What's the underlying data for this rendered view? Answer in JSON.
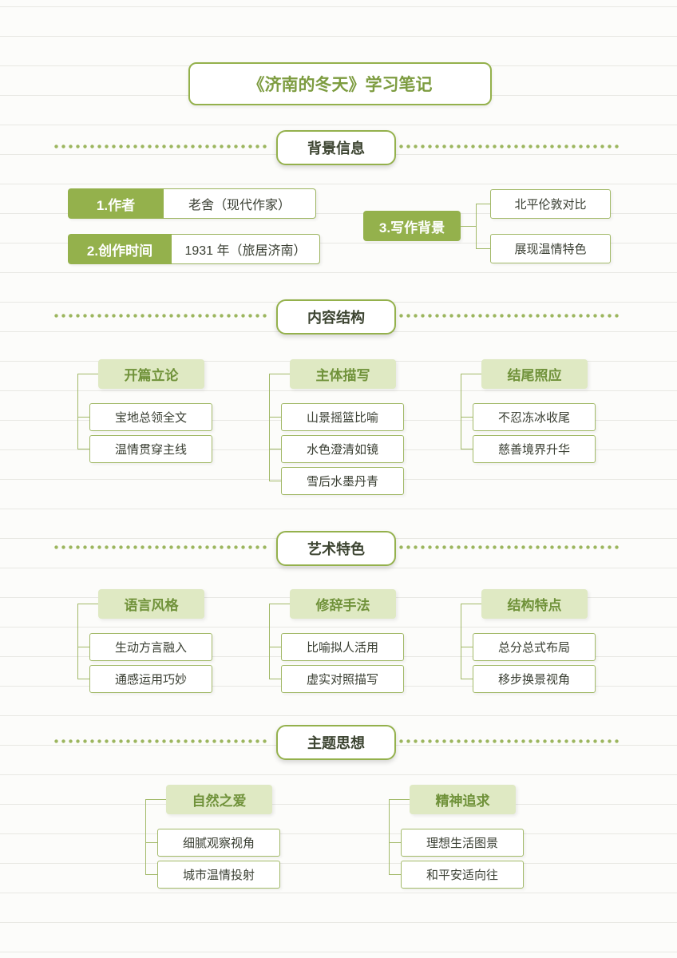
{
  "title": "《济南的冬天》学习笔记",
  "colors": {
    "accent_green": "#94b14c",
    "light_green": "#dfe9c3",
    "dot_green": "#9cb65e",
    "line_green": "#a2b968",
    "title_green": "#7d9c40"
  },
  "sections": {
    "background": {
      "label": "背景信息",
      "items": [
        {
          "key": "1.作者",
          "value": "老舍（现代作家）"
        },
        {
          "key": "2.创作时间",
          "value": "1931 年（旅居济南）"
        },
        {
          "key": "3.写作背景",
          "children": [
            "北平伦敦对比",
            "展现温情特色"
          ]
        }
      ]
    },
    "content": {
      "label": "内容结构",
      "columns": [
        {
          "header": "开篇立论",
          "children": [
            "宝地总领全文",
            "温情贯穿主线"
          ]
        },
        {
          "header": "主体描写",
          "children": [
            "山景摇篮比喻",
            "水色澄清如镜",
            "雪后水墨丹青"
          ]
        },
        {
          "header": "结尾照应",
          "children": [
            "不忍冻冰收尾",
            "慈善境界升华"
          ]
        }
      ]
    },
    "art": {
      "label": "艺术特色",
      "columns": [
        {
          "header": "语言风格",
          "children": [
            "生动方言融入",
            "通感运用巧妙"
          ]
        },
        {
          "header": "修辞手法",
          "children": [
            "比喻拟人活用",
            "虚实对照描写"
          ]
        },
        {
          "header": "结构特点",
          "children": [
            "总分总式布局",
            "移步换景视角"
          ]
        }
      ]
    },
    "theme": {
      "label": "主题思想",
      "columns": [
        {
          "header": "自然之爱",
          "children": [
            "细腻观察视角",
            "城市温情投射"
          ]
        },
        {
          "header": "精神追求",
          "children": [
            "理想生活图景",
            "和平安适向往"
          ]
        }
      ]
    }
  }
}
